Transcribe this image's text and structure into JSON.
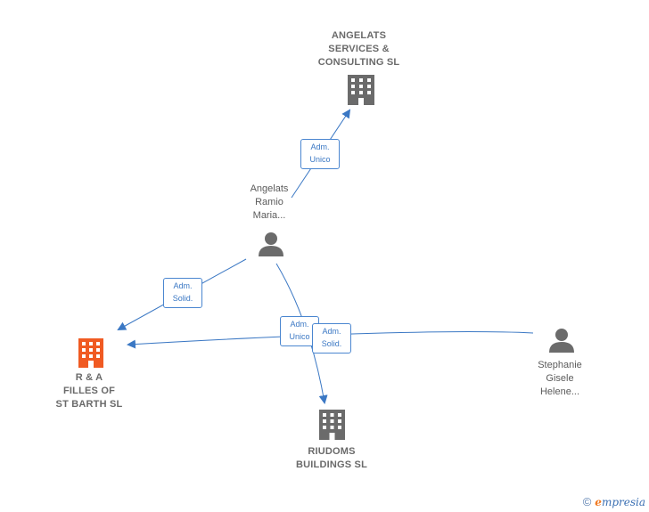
{
  "colors": {
    "edge": "#3b78c4",
    "company": "#6b6b6b",
    "company_highlight": "#f05a22",
    "person": "#6b6b6b"
  },
  "nodes": {
    "angelats_services": {
      "label": "ANGELATS\nSERVICES &\nCONSULTING SL",
      "icon": "building-icon"
    },
    "angelats_ramio": {
      "label": "Angelats\nRamio\nMaria...",
      "icon": "person-icon"
    },
    "rafilles": {
      "label": "R & A\nFILLES OF\nST BARTH  SL",
      "icon": "building-icon"
    },
    "riudoms": {
      "label": "RIUDOMS\nBUILDINGS  SL",
      "icon": "building-icon"
    },
    "stephanie": {
      "label": "Stephanie\nGisele\nHelene...",
      "icon": "person-icon"
    }
  },
  "edges": {
    "ramio_to_services": {
      "label": "Adm.\nUnico"
    },
    "ramio_to_rafilles": {
      "label": "Adm.\nSolid."
    },
    "ramio_to_riudoms": {
      "label": "Adm.\nUnico"
    },
    "stephanie_to_rafilles": {
      "label": "Adm.\nSolid."
    }
  },
  "watermark": {
    "copyright": "©",
    "brand_initial": "e",
    "brand_rest": "mpresia"
  }
}
